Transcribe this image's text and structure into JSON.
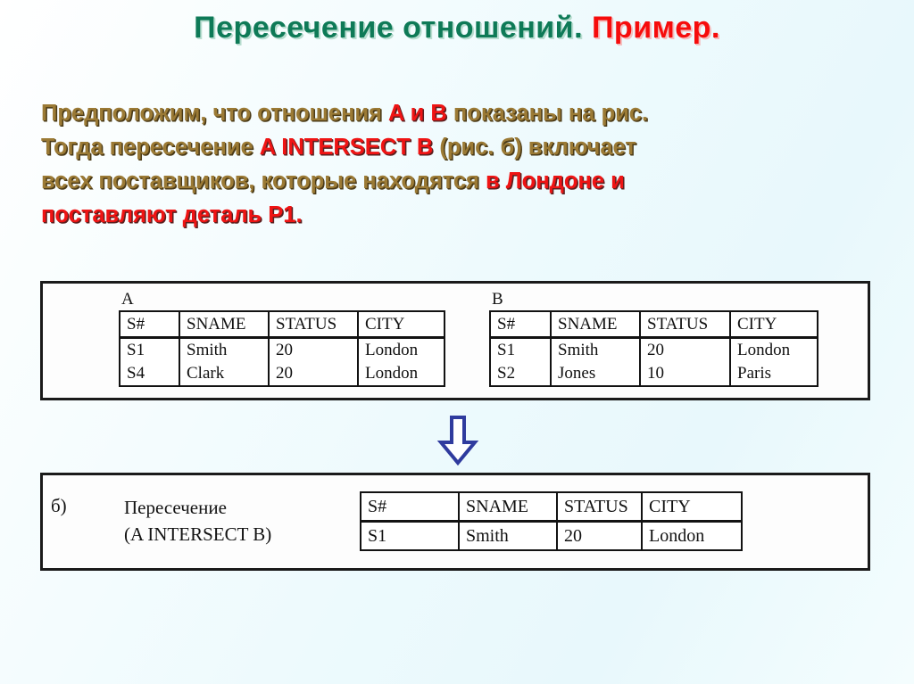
{
  "slide": {
    "background_start": "#ffffff",
    "background_end": "#e8f8fc"
  },
  "title": {
    "green_part": "Пересечение отношений.",
    "red_part": "Пример.",
    "green_color": "#0e7a57",
    "red_color": "#f60c0c"
  },
  "body": {
    "gold_color": "#9b7a35",
    "red_color": "#ef1414",
    "line1": {
      "a": "Предположим, что отношения ",
      "b": "A и B",
      "c": " показаны на рис."
    },
    "line2": {
      "a": "Тогда пересечение ",
      "b": "A INTERSECT B",
      "c": " (рис. б) включает"
    },
    "line3": {
      "a": "всех поставщиков, которые находятся ",
      "b": "в Лондоне и"
    },
    "line4": {
      "b": "поставляют деталь Р1."
    }
  },
  "figure": {
    "relation_a": {
      "label": "A",
      "columns": [
        "S#",
        "SNAME",
        "STATUS",
        "CITY"
      ],
      "rows": [
        [
          "S1",
          "Smith",
          "20",
          "London"
        ],
        [
          "S4",
          "Clark",
          "20",
          "London"
        ]
      ]
    },
    "relation_b": {
      "label": "B",
      "columns": [
        "S#",
        "SNAME",
        "STATUS",
        "CITY"
      ],
      "rows": [
        [
          "S1",
          "Smith",
          "20",
          "London"
        ],
        [
          "S2",
          "Jones",
          "10",
          "Paris"
        ]
      ]
    },
    "arrow": {
      "direction": "down",
      "outline_color": "#2f3b9e",
      "fill_color": "#ffffff"
    },
    "result": {
      "letter": "б)",
      "caption_line1": "Пересечение",
      "caption_line2": "(A INTERSECT B)",
      "columns": [
        "S#",
        "SNAME",
        "STATUS",
        "CITY"
      ],
      "rows": [
        [
          "S1",
          "Smith",
          "20",
          "London"
        ]
      ]
    }
  }
}
